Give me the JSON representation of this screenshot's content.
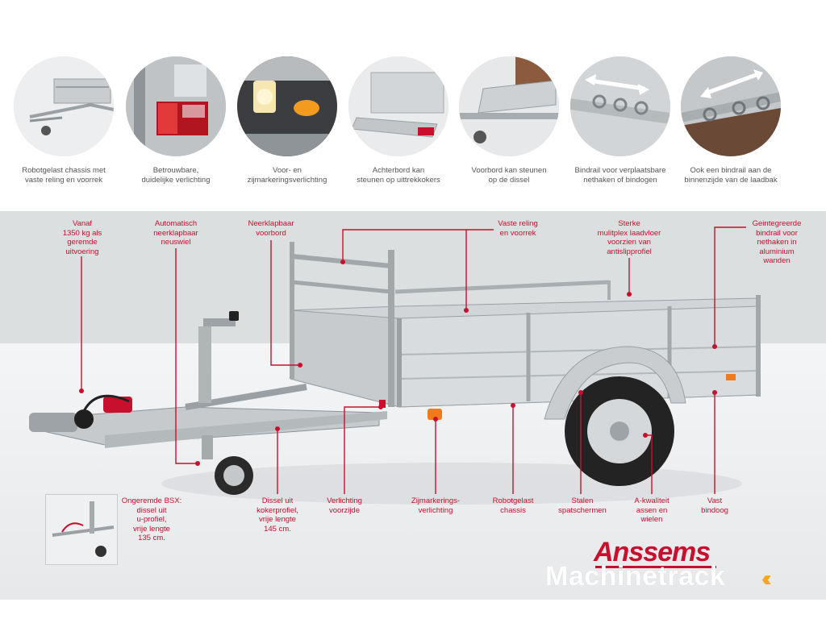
{
  "features": [
    {
      "caption_line1": "Robotgelast chassis met",
      "caption_line2": "vaste reling en voorrek",
      "icon": "chassis-photo"
    },
    {
      "caption_line1": "Betrouwbare,",
      "caption_line2": "duidelijke verlichting",
      "icon": "rear-light-photo"
    },
    {
      "caption_line1": "Voor- en",
      "caption_line2": "zijmarkeringsverlichting",
      "icon": "marker-light-photo"
    },
    {
      "caption_line1": "Achterbord kan",
      "caption_line2": "steunen op uittrekkokers",
      "icon": "tailgate-photo"
    },
    {
      "caption_line1": "Voorbord kan steunen",
      "caption_line2": "op de dissel",
      "icon": "frontboard-photo"
    },
    {
      "caption_line1": "Bindrail voor verplaatsbare",
      "caption_line2": "nethaken of bindogen",
      "icon": "bindrail-photo"
    },
    {
      "caption_line1": "Ook een bindrail aan de",
      "caption_line2": "binnenzijde van de laadbak",
      "icon": "inner-bindrail-photo"
    }
  ],
  "callouts": {
    "vanaf": [
      "Vanaf",
      "1350 kg als",
      "geremde",
      "uitvoering"
    ],
    "neuswiel": [
      "Automatisch",
      "neerklapbaar",
      "neuswiel"
    ],
    "voorbord": [
      "Neerklapbaar",
      "voorbord"
    ],
    "reling": [
      "Vaste reling",
      "en voorrek"
    ],
    "laadvloer": [
      "Sterke",
      "mulitplex laadvloer",
      "voorzien van",
      "antislipprofiel"
    ],
    "bindrail": [
      "Geintegreerde",
      "bindrail voor",
      "nethaken in",
      "aluminium",
      "wanden"
    ],
    "bsx": [
      "Ongeremde BSX:",
      "dissel uit",
      "u-profiel,",
      "vrije lengte",
      "135 cm."
    ],
    "dissel": [
      "Dissel uit",
      "kokerprofiel,",
      "vrije lengte",
      "145 cm."
    ],
    "verlichting": [
      "Verlichting",
      "voorzijde"
    ],
    "zijmarkering": [
      "Zijmarkerings-",
      "verlichting"
    ],
    "robotgelast": [
      "Robotgelast",
      "chassis"
    ],
    "spatschermen": [
      "Stalen",
      "spatschermen"
    ],
    "assen": [
      "A-kwaliteit",
      "assen en",
      "wielen"
    ],
    "bindoog": [
      "Vast",
      "bindoog"
    ]
  },
  "brand": {
    "name": "Anssems",
    "watermark": "Machinetrack",
    "chevrons": "‹‹"
  },
  "colors": {
    "accent": "#c8102e",
    "band": "#dcdfe0",
    "watermark_chevron": "#f5a623"
  }
}
